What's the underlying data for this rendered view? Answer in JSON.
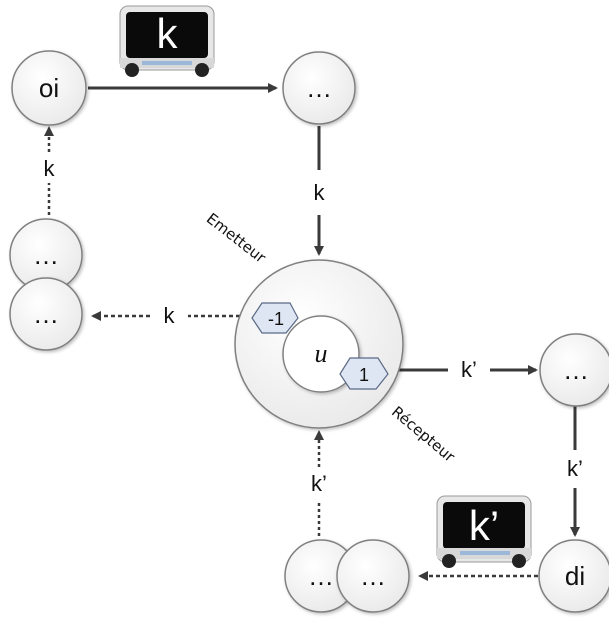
{
  "nodes": {
    "origin": "oi",
    "top_right": "…",
    "left_upper": "…",
    "left_lower": "…",
    "center": "u",
    "right": "…",
    "destination": "di",
    "bottom_a": "…",
    "bottom_b": "…"
  },
  "edges": {
    "top_right_to_center": "k",
    "left_to_origin": "k",
    "center_to_left": "k",
    "center_to_right": "k’",
    "right_to_destination": "k’",
    "bottom_to_center": "k’"
  },
  "ring": {
    "emitter": "Emetteur",
    "receiver": "Récepteur",
    "emitter_value": "-1",
    "receiver_value": "1"
  },
  "vehicles": {
    "top": "k",
    "bottom": "k’"
  },
  "colors": {
    "node_fill": "#f2f2f2",
    "node_stroke": "#808080",
    "edge": "#3a3a3a",
    "tag_fill": "#dfe6f3",
    "vehicle_body": "#0a0a0a"
  }
}
